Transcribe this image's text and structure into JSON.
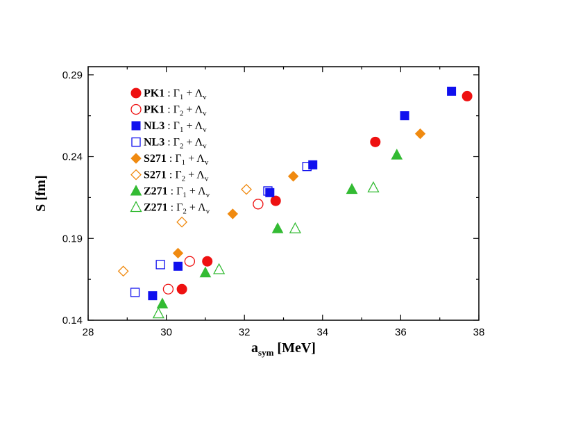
{
  "chart_data": {
    "type": "scatter",
    "title": "",
    "xlabel": "a",
    "xlabel_sub": "sym",
    "xlabel_unit": " [MeV]",
    "ylabel": "S [fm]",
    "xlim": [
      28,
      38
    ],
    "ylim": [
      0.14,
      0.295
    ],
    "xticks": [
      "28",
      "30",
      "32",
      "34",
      "36",
      "38"
    ],
    "yticks": [
      "0.14",
      "0.19",
      "0.24",
      "0.29"
    ],
    "grid": false,
    "legend_position": "top-left",
    "series": [
      {
        "name": "PK1",
        "gamma": "1",
        "lam": "v",
        "marker": "circle",
        "filled": true,
        "color": "#ee1111",
        "points": [
          [
            30.4,
            0.159
          ],
          [
            31.05,
            0.176
          ],
          [
            32.8,
            0.213
          ],
          [
            35.35,
            0.249
          ],
          [
            37.7,
            0.277
          ]
        ]
      },
      {
        "name": "PK1",
        "gamma": "2",
        "lam": "v",
        "marker": "circle",
        "filled": false,
        "color": "#ee1111",
        "points": [
          [
            30.05,
            0.159
          ],
          [
            30.6,
            0.176
          ],
          [
            32.35,
            0.211
          ]
        ]
      },
      {
        "name": "NL3",
        "gamma": "1",
        "lam": "v",
        "marker": "square",
        "filled": true,
        "color": "#1010ee",
        "points": [
          [
            29.65,
            0.155
          ],
          [
            30.3,
            0.173
          ],
          [
            32.65,
            0.218
          ],
          [
            33.75,
            0.235
          ],
          [
            36.1,
            0.265
          ],
          [
            37.3,
            0.28
          ]
        ]
      },
      {
        "name": "NL3",
        "gamma": "2",
        "lam": "v",
        "marker": "square",
        "filled": false,
        "color": "#1010ee",
        "points": [
          [
            29.2,
            0.157
          ],
          [
            29.85,
            0.174
          ],
          [
            32.6,
            0.219
          ],
          [
            33.6,
            0.234
          ]
        ]
      },
      {
        "name": "S271",
        "gamma": "1",
        "lam": "v",
        "marker": "diamond",
        "filled": true,
        "color": "#f08a10",
        "points": [
          [
            30.3,
            0.181
          ],
          [
            31.7,
            0.205
          ],
          [
            33.25,
            0.228
          ],
          [
            36.5,
            0.254
          ]
        ]
      },
      {
        "name": "S271",
        "gamma": "2",
        "lam": "v",
        "marker": "diamond",
        "filled": false,
        "color": "#f08a10",
        "points": [
          [
            28.9,
            0.17
          ],
          [
            30.4,
            0.2
          ],
          [
            32.05,
            0.22
          ]
        ]
      },
      {
        "name": "Z271",
        "gamma": "1",
        "lam": "v",
        "marker": "triangle",
        "filled": true,
        "color": "#33bb33",
        "points": [
          [
            29.9,
            0.15
          ],
          [
            31.0,
            0.169
          ],
          [
            32.85,
            0.196
          ],
          [
            34.75,
            0.22
          ],
          [
            35.9,
            0.241
          ]
        ]
      },
      {
        "name": "Z271",
        "gamma": "2",
        "lam": "v",
        "marker": "triangle",
        "filled": false,
        "color": "#33bb33",
        "points": [
          [
            29.8,
            0.144
          ],
          [
            31.35,
            0.171
          ],
          [
            33.3,
            0.196
          ],
          [
            35.3,
            0.221
          ]
        ]
      }
    ]
  }
}
